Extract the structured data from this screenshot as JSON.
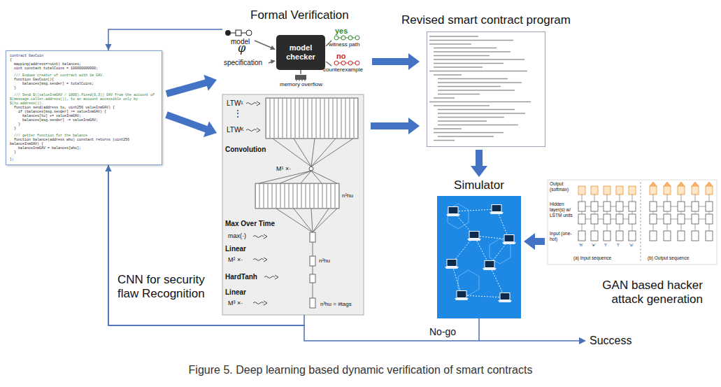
{
  "diagram": {
    "caption": "Figure 5. Deep learning based dynamic verification of smart contracts",
    "nodes": [
      {
        "text": [
          "contract GavCoin",
          "{",
          "  mapping(address=>uint) balances;",
          "  uint constant totalCoins = 100000000000;",
          "  /// Endows creator of contract with 1m GAV.",
          "  function GavCoin(){",
          "      balances[msg.sender] = totalCoins;",
          "  }",
          "  /// Send $((valueInmGAV / 1000).fixed(0,3)) GAV from the account of $(message.caller.address()), to an account accessible only by $(to.address()).",
          "  function send(address to, uint256 valueInmGAV) {",
          "    if (balances[msg.sender] >= valueInmGAV) {",
          "      balances[to] += valueInmGAV;",
          "      balances[msg.sender] -= valueInmGAV;",
          "    }",
          "  }",
          "  /// getter function for the balance",
          "  function balance(address who) constant returns (uint256 balanceInmGAV) {",
          "    balanceInmGAV = balances[who];",
          "  }",
          "};"
        ]
      },
      {
        "text": [
          "Formal Verification"
        ]
      },
      {
        "text": [
          "model checker"
        ],
        "in": 1
      },
      {
        "text": [
          "Revised smart contract program"
        ]
      },
      {
        "text": [
          "CNN for security flaw Recognition"
        ]
      },
      {
        "text": [
          "Simulator"
        ]
      },
      {
        "text": [
          "GAN based hacker attack generation"
        ]
      }
    ],
    "edges": [
      {
        "from": 0,
        "to": 1,
        "arrow": "to"
      },
      {
        "from": 0,
        "to": 4,
        "arrow": "to"
      },
      {
        "from": 1,
        "to": 3,
        "arrow": "to"
      },
      {
        "from": 4,
        "to": 3,
        "arrow": "to"
      },
      {
        "from": 3,
        "to": 5,
        "arrow": "to"
      },
      {
        "from": 6,
        "to": 5,
        "arrow": "to"
      },
      {
        "from": 1,
        "to": 0,
        "arrow": "to"
      },
      {
        "from": 4,
        "to": 0,
        "arrow": "to"
      },
      {
        "from": 5,
        "to": 0,
        "label": "No-go",
        "arrow": "to"
      }
    ],
    "labels": [
      "model",
      "φ",
      "specification",
      "yes",
      "witness path",
      "no",
      "counterexample",
      "memory overflow",
      "LTW¹",
      "⋮",
      "LTWᴷ",
      "Convolution",
      "M¹ ×·",
      "n¹hu",
      "Max Over Time",
      "max(·)",
      "Linear",
      "M² ×·",
      "n²hu",
      "HardTanh",
      "Linear",
      "M³ ×·",
      "n³hu = #tags",
      "Output (softmax)",
      "Hidden layer(s) w/ LSTM units",
      "Input (one-hot)",
      "(a) Input sequence",
      "(b) Output sequence",
      "'h'",
      "'e'",
      "'l'",
      "'l'",
      "'o'",
      "Success"
    ]
  }
}
